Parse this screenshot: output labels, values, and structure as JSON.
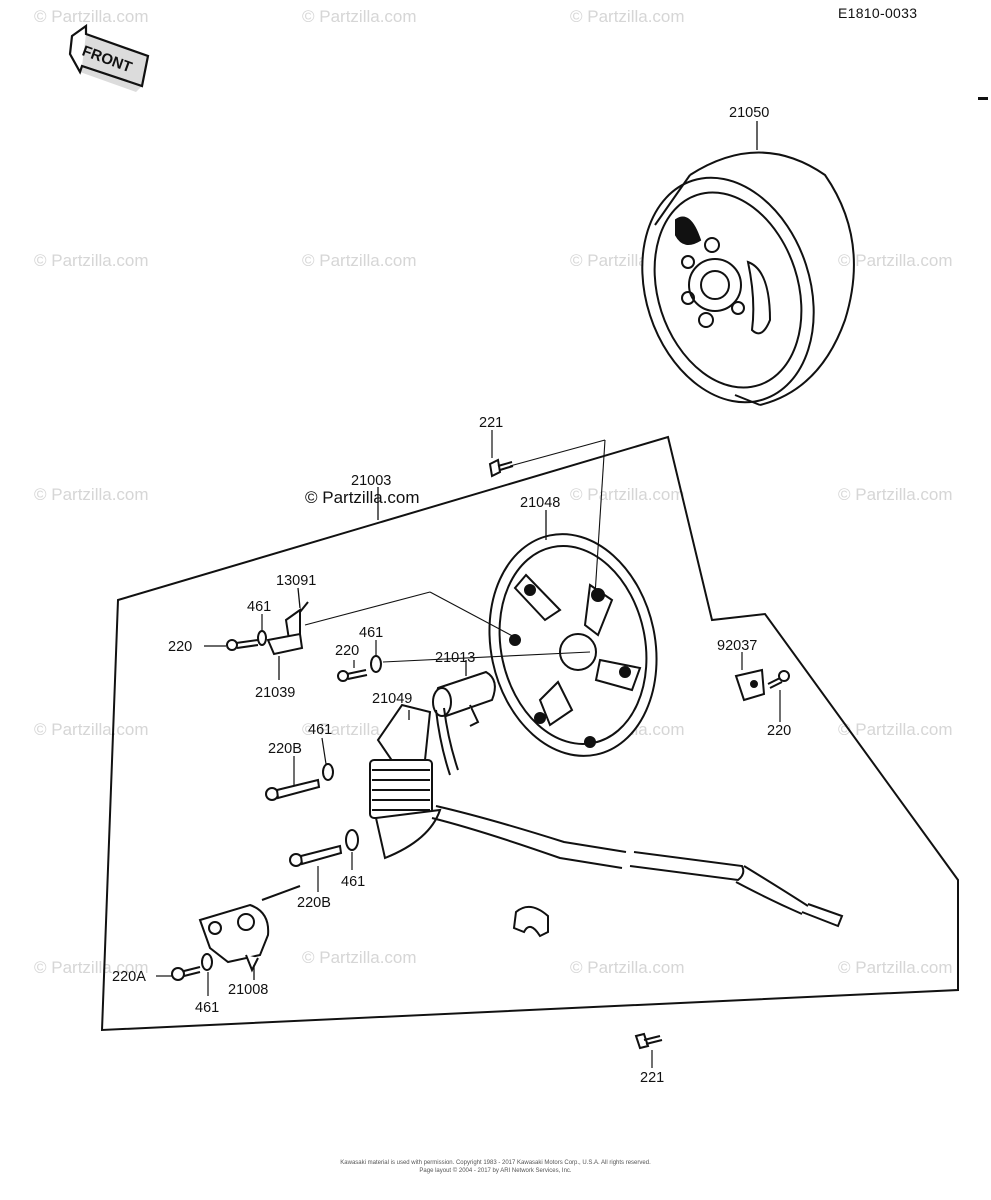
{
  "diagram_code": "E1810-0033",
  "front_label": "FRONT",
  "watermark": "© Partzilla.com",
  "center_watermark": "© Partzilla.com",
  "part_labels": {
    "p21050": "21050",
    "p221_top": "221",
    "p21003": "21003",
    "p21048": "21048",
    "p13091": "13091",
    "p461_a": "461",
    "p220_a": "220",
    "p21039": "21039",
    "p461_b": "461",
    "p220_b": "220",
    "p21013": "21013",
    "p21049": "21049",
    "p461_c": "461",
    "p220B_a": "220B",
    "p461_d": "461",
    "p220B_b": "220B",
    "p220A": "220A",
    "p461_e": "461",
    "p21008": "21008",
    "p92037": "92037",
    "p220_c": "220",
    "p221_bottom": "221"
  },
  "footer_line1": "Kawasaki material is used with permission. Copyright 1983 - 2017 Kawasaki Motors Corp., U.S.A. All rights reserved.",
  "footer_line2": "Page layout © 2004 - 2017 by ARI Network Services, Inc."
}
